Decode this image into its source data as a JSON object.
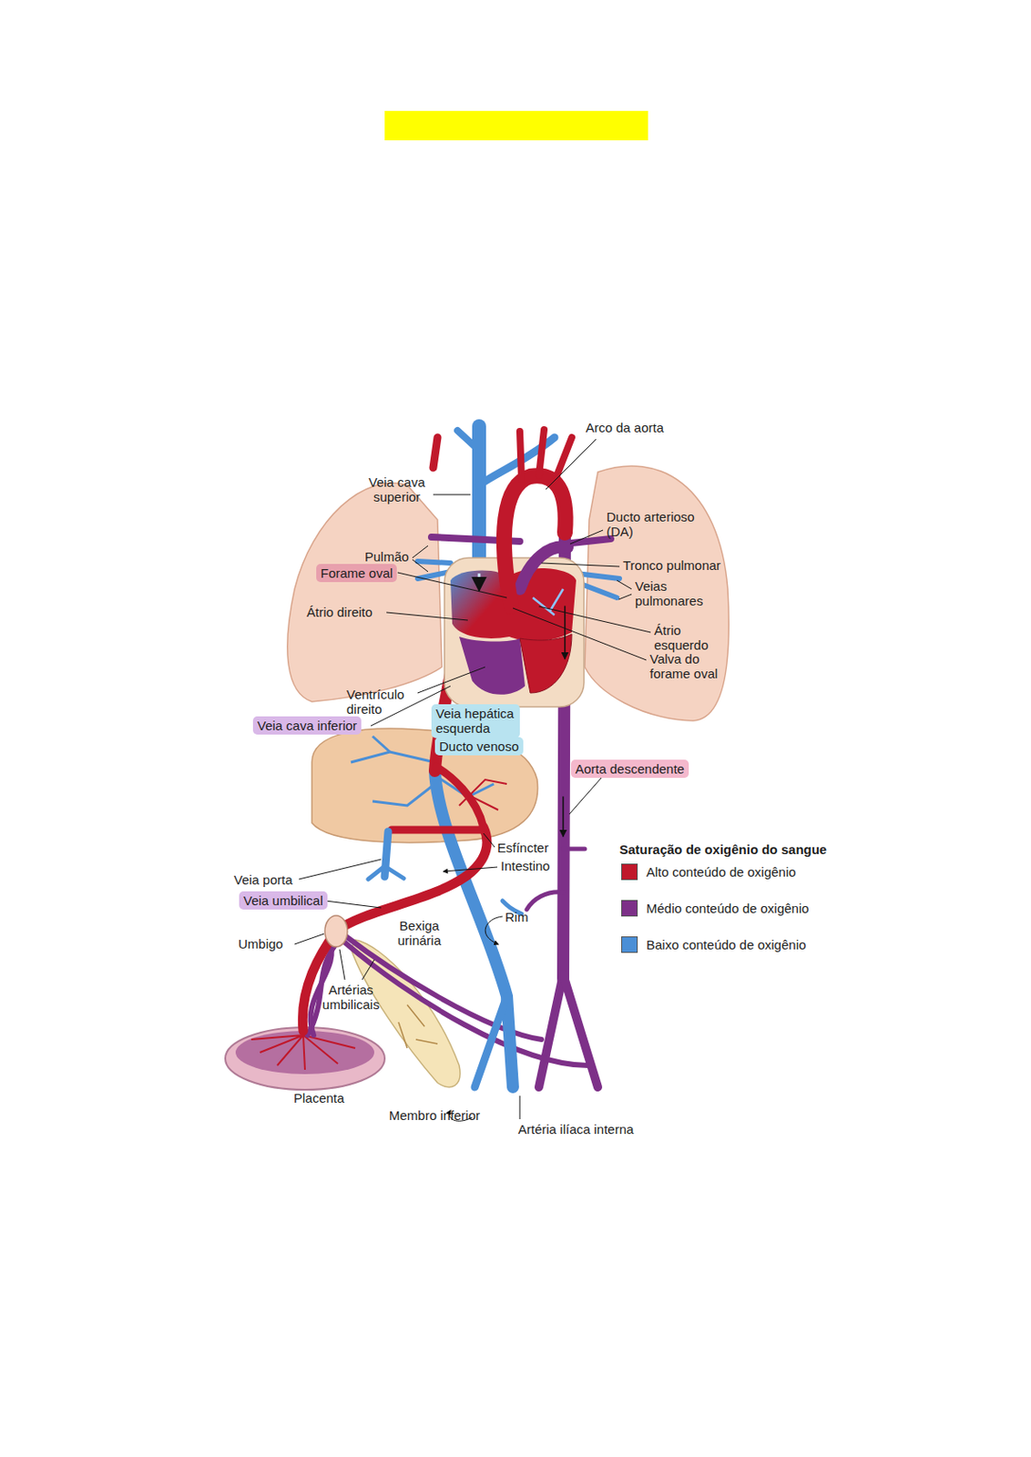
{
  "diagram": {
    "nodes": [
      {
        "text": [
          "Forame oval"
        ]
      },
      {
        "text": [
          "Veia hepática esquerda"
        ]
      },
      {
        "text": [
          "Veia cava inferior"
        ]
      },
      {
        "text": [
          "Ducto venoso"
        ]
      },
      {
        "text": [
          "Aorta descendente"
        ]
      },
      {
        "text": [
          "Veia umbilical"
        ]
      }
    ],
    "labels": [
      "Arco da aorta",
      "Veia cava superior",
      "Ducto arterioso (DA)",
      "Pulmão",
      "Tronco pulmonar",
      "Veias pulmonares",
      "Átrio direito",
      "Átrio esquerdo",
      "Valva do forame oval",
      "Ventrículo direito",
      "Esfíncter",
      "Intestino",
      "Veia porta",
      "Rim",
      "Umbigo",
      "Bexiga urinária",
      "Artérias umbilicais",
      "Placenta",
      "Membro inferior",
      "Artéria ilíaca interna",
      "Saturação de oxigênio do sangue"
    ],
    "legend": [
      {
        "text": "Alto conteúdo de oxigênio",
        "color": "#c0182b"
      },
      {
        "text": "Médio conteúdo de oxigênio",
        "color": "#7d3088"
      },
      {
        "text": "Baixo conteúdo de oxigênio",
        "color": "#4b8fd6"
      }
    ]
  }
}
